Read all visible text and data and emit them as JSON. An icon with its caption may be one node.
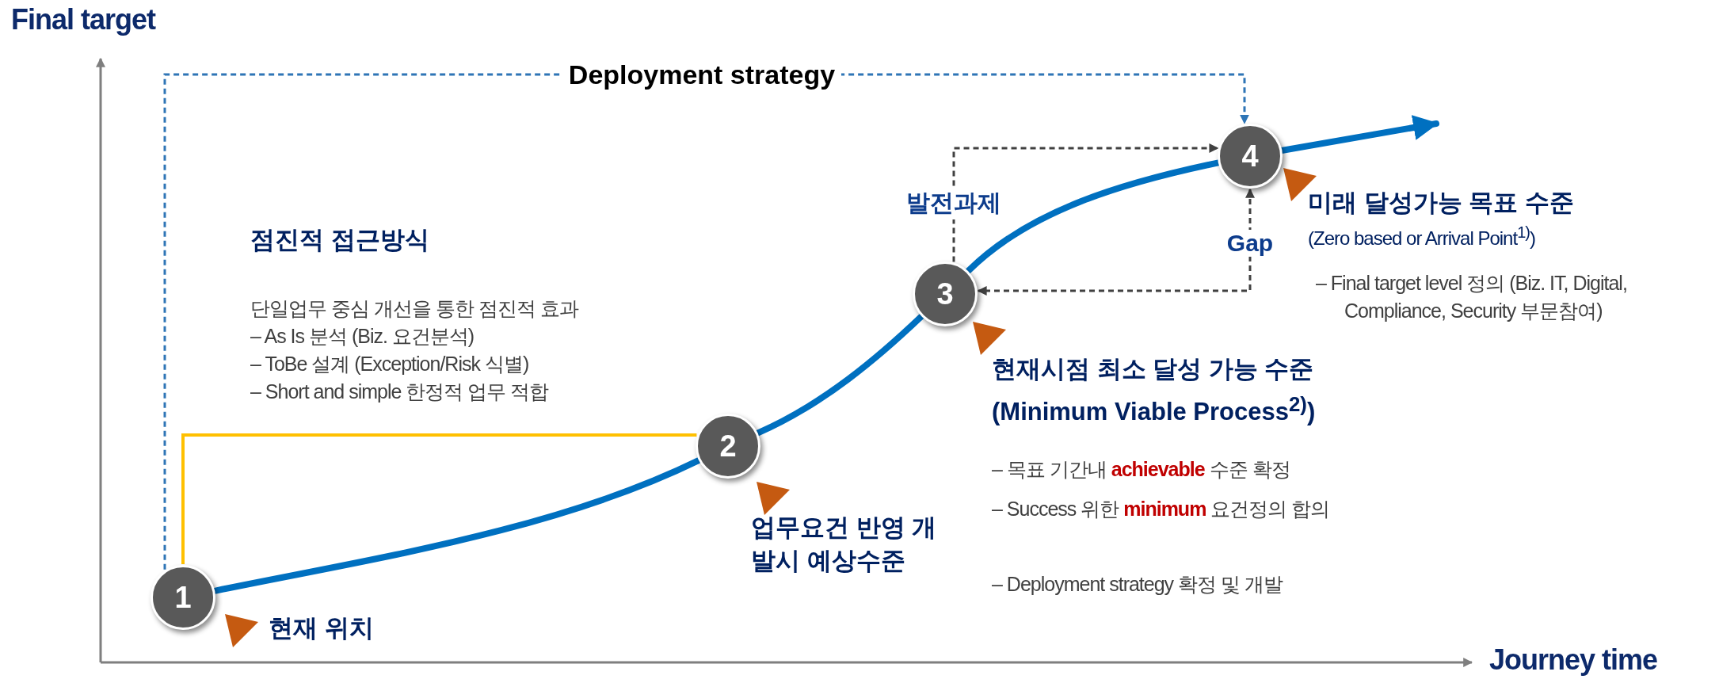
{
  "diagram": {
    "nodes": [
      {
        "text": [
          "1"
        ],
        "beside": [
          "현재 위치"
        ]
      },
      {
        "text": [
          "2"
        ],
        "beside": [
          "업무요건 반영 개발시 예상수준"
        ]
      },
      {
        "text": [
          "3"
        ],
        "beside": [
          "현재시점 최소 달성 가능 수준 (Minimum Viable Process$^{2)}$)",
          "– 목표 기간내 **achievable** 수준 확정",
          "– Success 위한 **minimum** 요건정의 합의",
          "– Deployment strategy 확정 및 개발"
        ]
      },
      {
        "text": [
          "4"
        ],
        "beside": [
          "미래 달성가능 목표 수준",
          "(Zero based or Arrival Point$^{1)}$)",
          "– Final target level 정의 (Biz. IT, Digital, Compliance, Security 부문참여)"
        ]
      }
    ],
    "edges": [
      {
        "from": 0,
        "to": 1,
        "arrow": "none",
        "style": "thick"
      },
      {
        "from": 1,
        "to": 2,
        "arrow": "none",
        "style": "thick"
      },
      {
        "from": 2,
        "to": 3,
        "arrow": "none",
        "style": "thick"
      },
      {
        "from": 3,
        "to": null,
        "arrow": "to",
        "style": "thick"
      },
      {
        "from": 0,
        "to": 1,
        "arrow": "none",
        "color": "#ffc000"
      },
      {
        "from": 0,
        "to": 3,
        "arrow": "to",
        "label": "Deployment strategy",
        "style": "dashed",
        "color": "#2e75b6"
      },
      {
        "from": 2,
        "to": 3,
        "arrow": "to",
        "label": "발전과제",
        "style": "dashed",
        "color": "#404040"
      },
      {
        "from": 3,
        "to": 2,
        "arrow": "both",
        "label": "Gap",
        "style": "dashed",
        "color": "#404040"
      }
    ],
    "labels": [
      "Final target",
      "Journey time",
      "점진적 접근방식",
      "단일업무 중심 개선을 통한 점진적 효과",
      "– As Is 분석 (Biz. 요건분석)",
      "– ToBe 설계 (Exception/Risk 식별)",
      "– Short and simple 한정적 업무 적합"
    ]
  }
}
